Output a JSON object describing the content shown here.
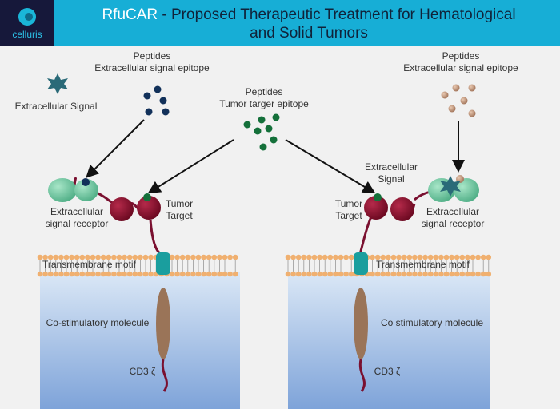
{
  "header": {
    "logo_text": "celluris",
    "title_brand": "RfuCAR",
    "title_line1": " - Proposed Therapeutic Treatment for Hematological",
    "title_line2": "and Solid Tumors"
  },
  "colors": {
    "header_bg": "#17aed6",
    "logo_bg": "#16183a",
    "receptor_green": "#6cc7a0",
    "tumor_target_red": "#8a0f2c",
    "signal_epitope_navy": "#12315a",
    "tumor_epitope_green": "#14703a",
    "brown_peptide": "#b08468",
    "membrane_bead": "#f0b070",
    "transmembrane_teal": "#1a9e9e",
    "costim_brown": "#9a7458"
  },
  "labels": {
    "extracellular_signal": "Extracellular Signal",
    "peptides_left_1": "Peptides",
    "peptides_left_2": "Extracellular signal epitope",
    "peptides_mid_1": "Peptides",
    "peptides_mid_2": "Tumor targer epitope",
    "peptides_right_1": "Peptides",
    "peptides_right_2": "Extracellular signal epitope",
    "left_receptor_1": "Extracellular",
    "left_receptor_2": "signal receptor",
    "left_tumor_1": "Tumor",
    "left_tumor_2": "Target",
    "right_signal_1": "Extracellular",
    "right_signal_2": "Signal",
    "right_tumor_1": "Tumor",
    "right_tumor_2": "Target",
    "right_receptor_1": "Extracellular",
    "right_receptor_2": "signal  receptor",
    "left_transmembrane": "Transmembrane  motif",
    "right_transmembrane": "Transmembrane  motif",
    "left_costim": "Co-stimulatory molecule",
    "right_costim": "Co stimulatory molecule",
    "left_cd3": "CD3 ζ",
    "right_cd3": "CD3 ζ"
  }
}
